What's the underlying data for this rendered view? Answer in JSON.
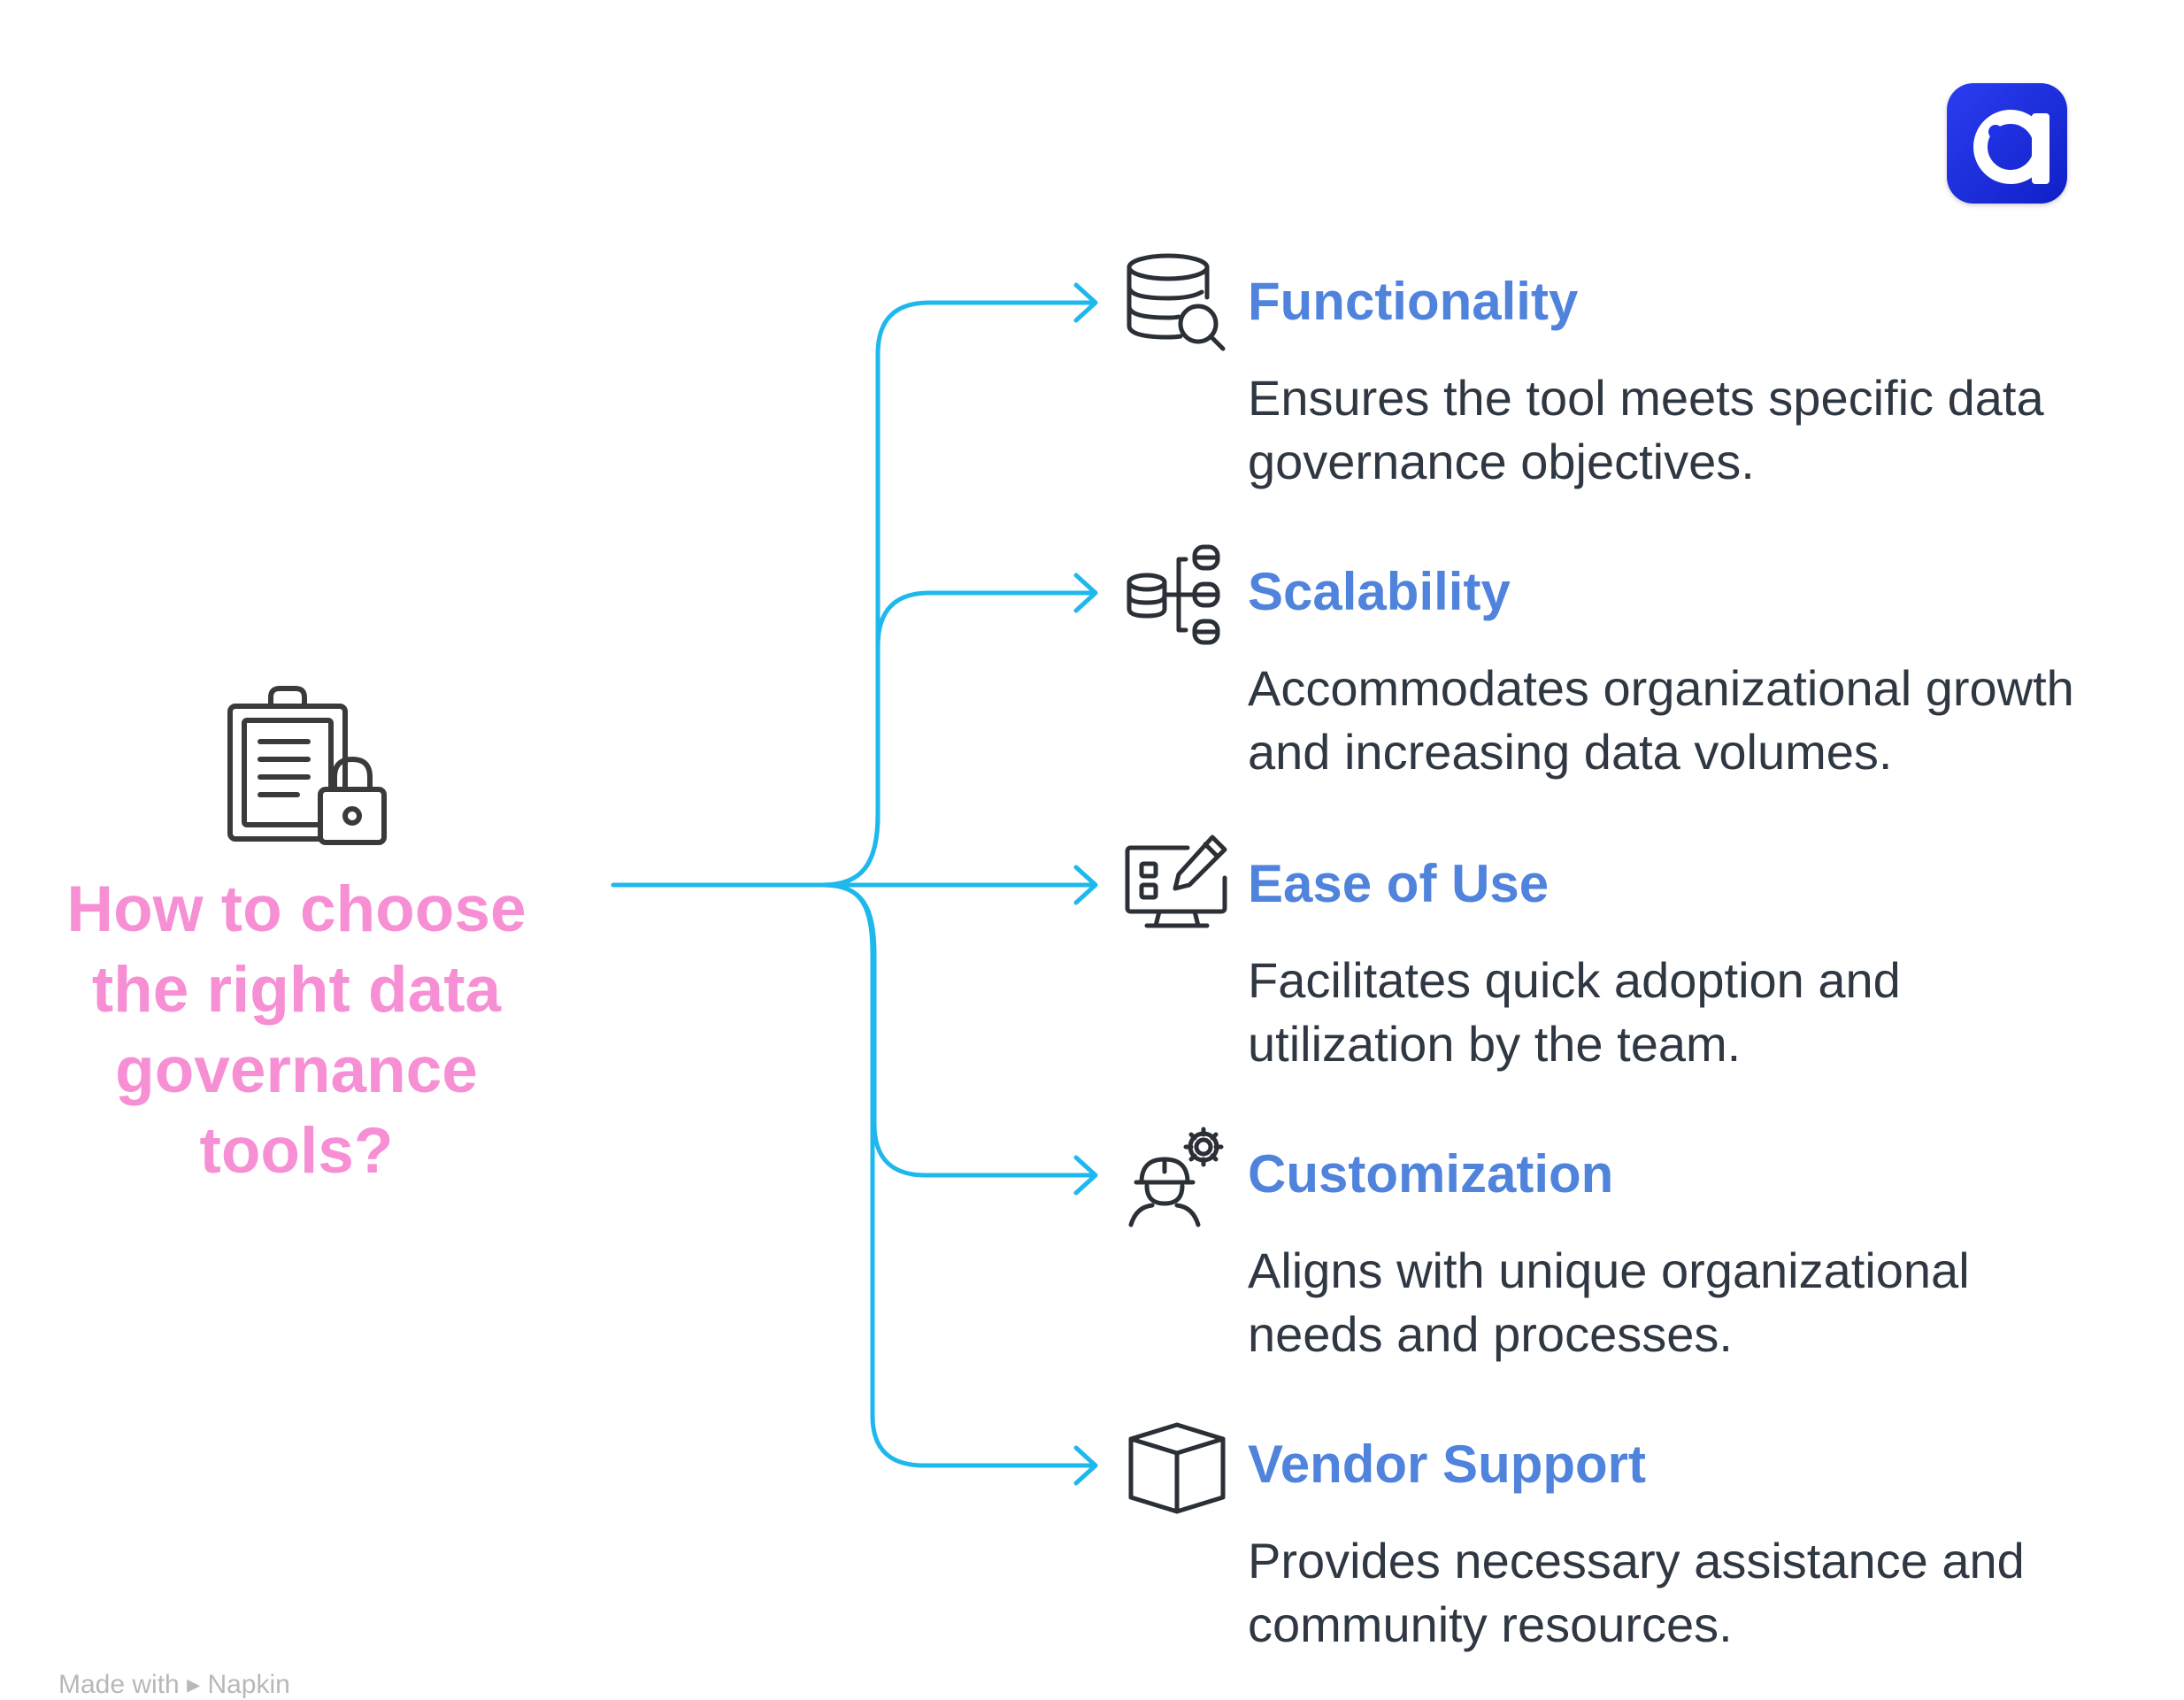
{
  "diagram": {
    "main_title": "How to choose the right data governance tools?",
    "items": [
      {
        "title": "Functionality",
        "description": "Ensures the tool meets specific data governance objectives.",
        "icon": "database-search-icon"
      },
      {
        "title": "Scalability",
        "description": "Accommodates organizational growth and increasing data volumes.",
        "icon": "database-scaling-icon"
      },
      {
        "title": "Ease of Use",
        "description": "Facilitates quick adoption and utilization by the team.",
        "icon": "monitor-edit-icon"
      },
      {
        "title": "Customization",
        "description": "Aligns with unique organizational needs and processes.",
        "icon": "worker-gear-icon"
      },
      {
        "title": "Vendor Support",
        "description": "Provides necessary assistance and community resources.",
        "icon": "package-box-icon"
      }
    ]
  },
  "footer": {
    "text": "Made with ▸ Napkin"
  },
  "colors": {
    "title": "#f78fd4",
    "item_title": "#4f83dc",
    "connector": "#1fb8ec",
    "text": "#2f3842",
    "logo": "#1f33e6"
  },
  "logo": {
    "icon": "app-logo-icon"
  }
}
